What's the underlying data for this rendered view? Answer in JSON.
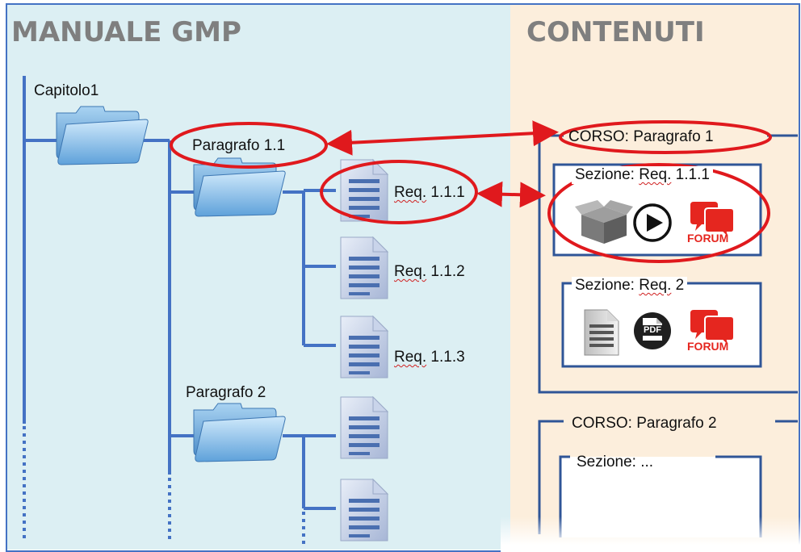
{
  "left_title": "MANUALE GMP",
  "right_title": "CONTENUTI",
  "tree": {
    "chapter": "Capitolo1",
    "paragraph1": "Paragrafo 1.1",
    "paragraph2": "Paragrafo 2",
    "req1_prefix": "Req.",
    "req1_num": " 1.1.1",
    "req2_prefix": "Req.",
    "req2_num": " 1.1.2",
    "req3_prefix": "Req.",
    "req3_num": " 1.1.3"
  },
  "contents": {
    "course1": "CORSO: Paragrafo 1",
    "section1_prefix": "Sezione: ",
    "section1_req": "Req.",
    "section1_num": " 1.1.1",
    "section2_prefix": "Sezione: ",
    "section2_req": "Req.",
    "section2_num": " 2",
    "course2": "CORSO: Paragrafo 2",
    "section3": "Sezione: ..."
  },
  "icons": {
    "forum_label": "FORUM",
    "pdf_label": "PDF"
  },
  "colors": {
    "tree_line": "#4472C4",
    "highlight": "#E0191D",
    "heading": "#7F7F7F",
    "left_bg": "#DCEFF3",
    "right_bg": "#FCEEDC",
    "forum": "#E5261F"
  }
}
